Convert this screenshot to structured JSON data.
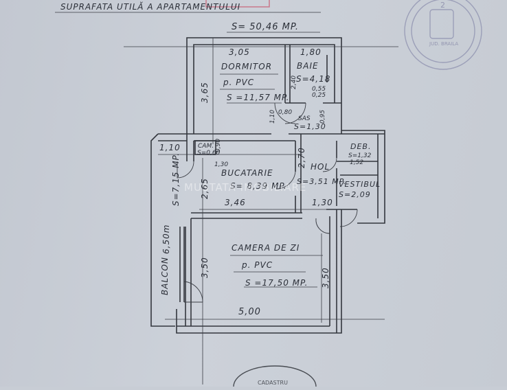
{
  "header": {
    "title": "SUPRAFATA UTILĂ A APARTAMENTULUI",
    "total_area": "S= 50,46 MP."
  },
  "rooms": {
    "dormitor": {
      "name": "DORMITOR",
      "floor": "p. PVC",
      "area": "S =11,57 MP.",
      "width": "3,05",
      "depth": "3,65"
    },
    "baie": {
      "name": "BAIE",
      "area": "S=4,18",
      "width": "1,80",
      "depth": "2,40",
      "dim_a": "0,55",
      "dim_b": "0,25"
    },
    "sas": {
      "name": "SAS",
      "area": "S=1,30",
      "dim_a": "1,10",
      "dim_b": "0,80",
      "dim_c": "0,95"
    },
    "camara": {
      "name": "CAM.",
      "area": "S=0,60",
      "dim_a": "0,90",
      "dim_b": "1,30"
    },
    "bucatarie": {
      "name": "BUCATARIE",
      "area": "S= 8,39 MP.",
      "width": "3,46",
      "depth": "2,65"
    },
    "hol": {
      "name": "HOL",
      "area": "S=3,51 MP.",
      "depth": "2,70",
      "width": "1,30"
    },
    "debara": {
      "name": "DEB.",
      "area": "S=1,32",
      "dim": "1,52"
    },
    "vestibul": {
      "name": "VESTIBUL",
      "area": "S=2,09"
    },
    "balcon": {
      "name": "BALCON",
      "area": "S=7,15 MP.",
      "length": "6,50m",
      "width": "1,10"
    },
    "camera_de_zi": {
      "name": "CAMERA DE ZI",
      "floor": "p. PVC",
      "area": "S =17,50 MP.",
      "width": "5,00",
      "depth_left": "3,50",
      "depth_right": "3,50"
    }
  },
  "watermark": "MUSTATA IMOBILIARE",
  "stamps": {
    "top_right_number": "2",
    "top_right_county": "JUD. BRAILA",
    "bottom": "CADASTRU"
  },
  "colors": {
    "paper": "#c8cdd5",
    "ink": "#2b2f38",
    "stamp": "#8c8fae",
    "red_stamp": "#c9788a"
  }
}
